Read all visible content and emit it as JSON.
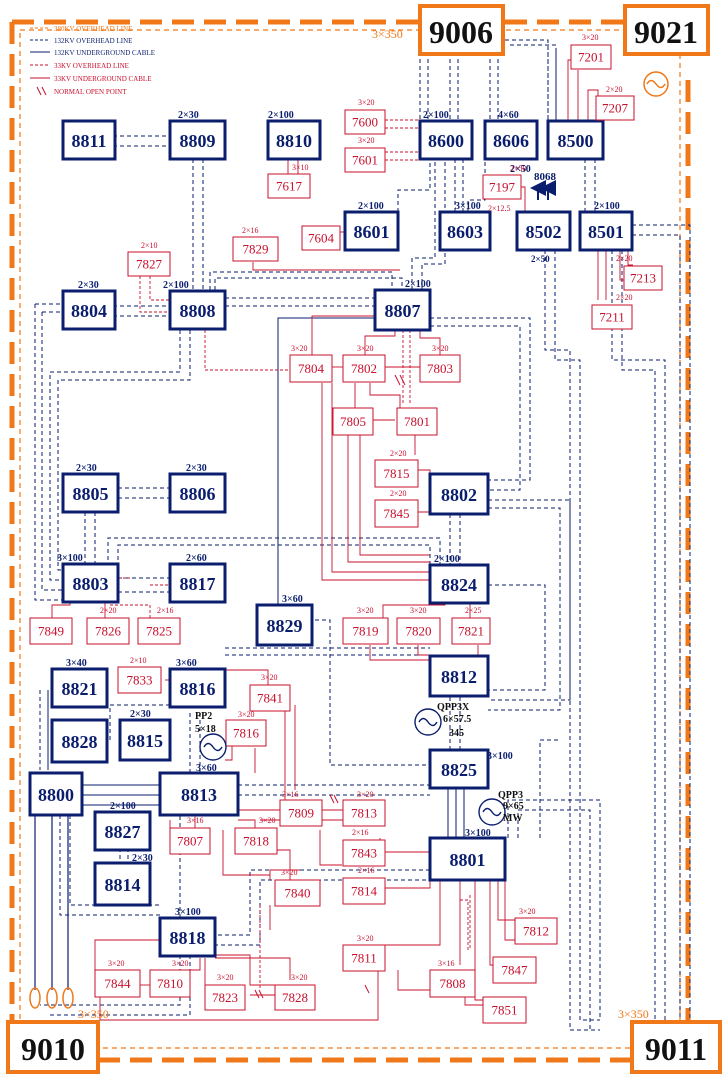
{
  "colors": {
    "orange": "#f07818",
    "navy": "#0b1e6e",
    "red": "#c8102e"
  },
  "legend": [
    {
      "label": "380KV OVERHEAD LINE",
      "style": "orange-dashed"
    },
    {
      "label": "132KV OVERHEAD LINE",
      "style": "navy-dashed"
    },
    {
      "label": "132KV UNDERGROUND CABLE",
      "style": "navy-solid"
    },
    {
      "label": "33KV OVERHEAD LINE",
      "style": "red-dashed"
    },
    {
      "label": "33KV UNDERGROUND CABLE",
      "style": "red-solid"
    },
    {
      "label": "NORMAL OPEN POINT",
      "style": "open-point"
    }
  ],
  "bulk_stations": [
    {
      "id": "s9006",
      "label": "9006"
    },
    {
      "id": "s9021",
      "label": "9021"
    },
    {
      "id": "s9010",
      "label": "9010"
    },
    {
      "id": "s9011",
      "label": "9011"
    }
  ],
  "bulk_ratings": {
    "top": "3×350",
    "bottom_left": "3×350",
    "bottom_right": "3×350"
  },
  "substations": [
    {
      "id": "8811",
      "label": "8811",
      "rating": ""
    },
    {
      "id": "8809",
      "label": "8809",
      "rating": "2×30"
    },
    {
      "id": "8810",
      "label": "8810",
      "rating": "2×100"
    },
    {
      "id": "8600",
      "label": "8600",
      "rating": "2×100"
    },
    {
      "id": "8606",
      "label": "8606",
      "rating": "4×60"
    },
    {
      "id": "8500",
      "label": "8500",
      "rating": ""
    },
    {
      "id": "8601",
      "label": "8601",
      "rating": "2×100"
    },
    {
      "id": "8603",
      "label": "8603",
      "rating": "3×100"
    },
    {
      "id": "8502",
      "label": "8502",
      "rating": "2×50"
    },
    {
      "id": "8501",
      "label": "8501",
      "rating": "2×100"
    },
    {
      "id": "8804",
      "label": "8804",
      "rating": "2×30"
    },
    {
      "id": "8808",
      "label": "8808",
      "rating": "2×100"
    },
    {
      "id": "8807",
      "label": "8807",
      "rating": "2×100"
    },
    {
      "id": "8805",
      "label": "8805",
      "rating": "2×30"
    },
    {
      "id": "8806",
      "label": "8806",
      "rating": "2×30"
    },
    {
      "id": "8802",
      "label": "8802",
      "rating": ""
    },
    {
      "id": "8803",
      "label": "8803",
      "rating": "3×100"
    },
    {
      "id": "8817",
      "label": "8817",
      "rating": "2×60"
    },
    {
      "id": "8824",
      "label": "8824",
      "rating": "2×100"
    },
    {
      "id": "8829",
      "label": "8829",
      "rating": "3×60"
    },
    {
      "id": "8812",
      "label": "8812",
      "rating": ""
    },
    {
      "id": "8821",
      "label": "8821",
      "rating": "3×40"
    },
    {
      "id": "8816",
      "label": "8816",
      "rating": "3×60"
    },
    {
      "id": "8828",
      "label": "8828",
      "rating": ""
    },
    {
      "id": "8815",
      "label": "8815",
      "rating": "2×30"
    },
    {
      "id": "8825",
      "label": "8825",
      "rating": "3×100"
    },
    {
      "id": "8800",
      "label": "8800",
      "rating": ""
    },
    {
      "id": "8813",
      "label": "8813",
      "rating": "3×60"
    },
    {
      "id": "8827",
      "label": "8827",
      "rating": "2×100"
    },
    {
      "id": "8801",
      "label": "8801",
      "rating": "3×100"
    },
    {
      "id": "8814",
      "label": "8814",
      "rating": "2×30"
    },
    {
      "id": "8818",
      "label": "8818",
      "rating": "3×100"
    }
  ],
  "distribution": [
    {
      "id": "7201",
      "label": "7201",
      "rating": "3×20"
    },
    {
      "id": "7207",
      "label": "7207",
      "rating": "2×20"
    },
    {
      "id": "7600",
      "label": "7600",
      "rating": "3×20"
    },
    {
      "id": "7601",
      "label": "7601",
      "rating": "3×20"
    },
    {
      "id": "7617",
      "label": "7617",
      "rating": "3×10"
    },
    {
      "id": "7197",
      "label": "7197",
      "rating": "2×50"
    },
    {
      "id": "7604",
      "label": "7604",
      "rating": ""
    },
    {
      "id": "7829",
      "label": "7829",
      "rating": "2×16"
    },
    {
      "id": "7827",
      "label": "7827",
      "rating": "2×10"
    },
    {
      "id": "7213",
      "label": "7213",
      "rating": "2×20"
    },
    {
      "id": "7211",
      "label": "7211",
      "rating": "2×20"
    },
    {
      "id": "7804",
      "label": "7804",
      "rating": "3×20"
    },
    {
      "id": "7802",
      "label": "7802",
      "rating": "3×20"
    },
    {
      "id": "7803",
      "label": "7803",
      "rating": "3×20"
    },
    {
      "id": "7805",
      "label": "7805",
      "rating": ""
    },
    {
      "id": "7801",
      "label": "7801",
      "rating": ""
    },
    {
      "id": "7815",
      "label": "7815",
      "rating": "2×20"
    },
    {
      "id": "7845",
      "label": "7845",
      "rating": "2×20"
    },
    {
      "id": "7849",
      "label": "7849",
      "rating": ""
    },
    {
      "id": "7826",
      "label": "7826",
      "rating": "2×20"
    },
    {
      "id": "7825",
      "label": "7825",
      "rating": "2×16"
    },
    {
      "id": "7819",
      "label": "7819",
      "rating": "3×20"
    },
    {
      "id": "7820",
      "label": "7820",
      "rating": "3×20"
    },
    {
      "id": "7821",
      "label": "7821",
      "rating": "2×25"
    },
    {
      "id": "7833",
      "label": "7833",
      "rating": "2×10"
    },
    {
      "id": "7841",
      "label": "7841",
      "rating": "3×20"
    },
    {
      "id": "7816",
      "label": "7816",
      "rating": "3×20"
    },
    {
      "id": "7809",
      "label": "7809",
      "rating": "3×16"
    },
    {
      "id": "7813",
      "label": "7813",
      "rating": "3×20"
    },
    {
      "id": "7807",
      "label": "7807",
      "rating": "3×16"
    },
    {
      "id": "7818",
      "label": "7818",
      "rating": "3×20"
    },
    {
      "id": "7843",
      "label": "7843",
      "rating": "2×16"
    },
    {
      "id": "7840",
      "label": "7840",
      "rating": "3×20"
    },
    {
      "id": "7814",
      "label": "7814",
      "rating": "2×16"
    },
    {
      "id": "7812",
      "label": "7812",
      "rating": "3×20"
    },
    {
      "id": "7811",
      "label": "7811",
      "rating": "3×20"
    },
    {
      "id": "7847",
      "label": "7847",
      "rating": ""
    },
    {
      "id": "7844",
      "label": "7844",
      "rating": "3×20"
    },
    {
      "id": "7810",
      "label": "7810",
      "rating": "3×20"
    },
    {
      "id": "7823",
      "label": "7823",
      "rating": "3×20"
    },
    {
      "id": "7828",
      "label": "7828",
      "rating": "3×20"
    },
    {
      "id": "7808",
      "label": "7808",
      "rating": "3×16"
    },
    {
      "id": "7851",
      "label": "7851",
      "rating": ""
    }
  ],
  "generators": [
    {
      "id": "gen9021",
      "label": ""
    },
    {
      "id": "pp2",
      "label": "PP2",
      "sub": "5×18"
    },
    {
      "id": "qpp3x",
      "label": "QPP3X",
      "sub": "6×57.5",
      "sub2": "345"
    },
    {
      "id": "qpp3",
      "label": "QPP3",
      "sub": "9×65",
      "sub2": "MW"
    }
  ],
  "extra_labels": {
    "l8068": "8068",
    "l2x12_5": "2×12.5",
    "l2x50b": "2×50"
  }
}
